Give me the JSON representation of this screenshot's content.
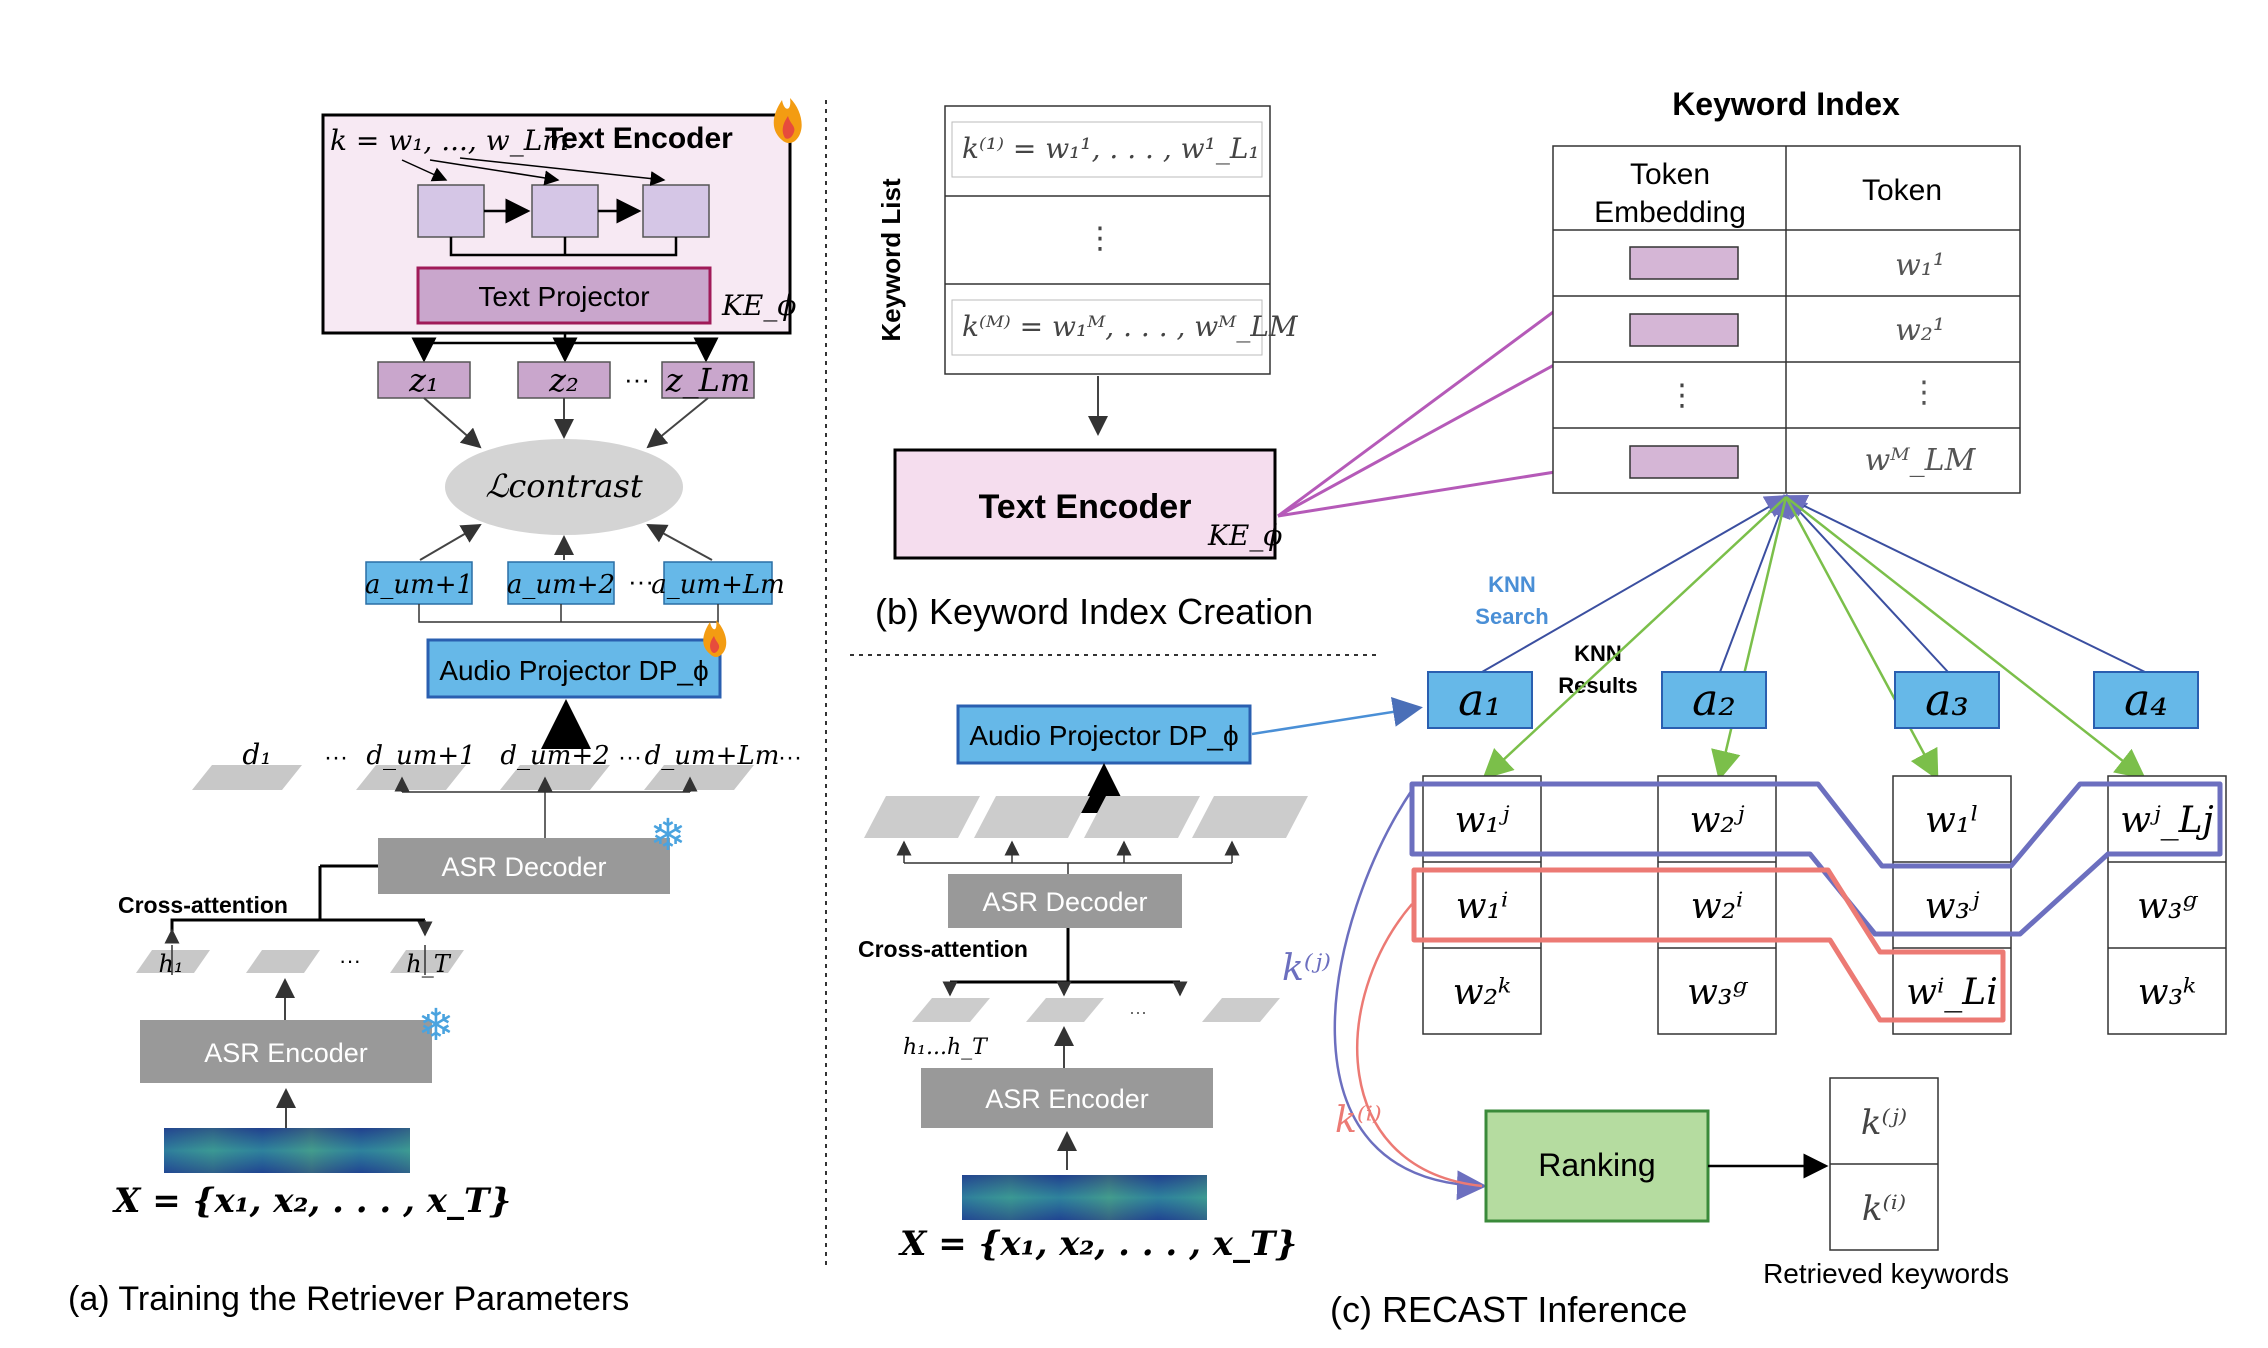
{
  "captions": {
    "a": "(a) Training the Retriever Parameters",
    "b": "(b) Keyword Index Creation",
    "c": "(c) RECAST Inference"
  },
  "panel_a": {
    "text_encoder_title": "Text Encoder",
    "keyword_formula": "k = w₁, ..., w_Lm",
    "text_projector": "Text Projector",
    "ke_phi": "KE_ϕ",
    "z_tokens": [
      "z₁",
      "z₂",
      "z_Lm"
    ],
    "ellipsis": "···",
    "contrast_loss": "ℒcontrast",
    "a_tokens": [
      "a_um+1",
      "a_um+2",
      "a_um+Lm"
    ],
    "audio_projector": "Audio Projector DP_ϕ",
    "d_tokens": [
      "d₁",
      "d_um+1",
      "d_um+2",
      "d_um+Lm"
    ],
    "asr_decoder": "ASR Decoder",
    "cross_attention": "Cross-attention",
    "h_tokens": [
      "h₁",
      "h_T"
    ],
    "asr_encoder": "ASR Encoder",
    "input_formula": "X = {x₁, x₂, . . . , x_T}"
  },
  "panel_b": {
    "keyword_list_label": "Keyword List",
    "first_entry": "k⁽¹⁾ = w₁¹, . . . , w¹_L₁",
    "middle_entry": "⋮",
    "last_entry": "k⁽ᴹ⁾ = w₁ᴹ, . . . , wᴹ_LM",
    "text_encoder": "Text Encoder",
    "ke_phi": "KE_ϕ"
  },
  "panel_b_lower": {
    "audio_projector": "Audio Projector DP_ϕ",
    "asr_decoder": "ASR Decoder",
    "cross_attention": "Cross-attention",
    "h_label": "h₁...h_T",
    "ellipsis": "···",
    "asr_encoder": "ASR Encoder",
    "input_formula": "X = {x₁, x₂, . . . , x_T}"
  },
  "keyword_index": {
    "title": "Keyword Index",
    "col_embedding_line1": "Token",
    "col_embedding_line2": "Embedding",
    "col_token": "Token",
    "tokens": [
      "w₁¹",
      "w₂¹",
      "⋮",
      "wᴹ_LM"
    ],
    "vdots": "⋮"
  },
  "panel_c": {
    "knn_search_line1": "KNN",
    "knn_search_line2": "Search",
    "knn_results_line1": "KNN",
    "knn_results_line2": "Results",
    "a_boxes": [
      "a₁",
      "a₂",
      "a₃",
      "a₄"
    ],
    "columns": [
      [
        "w₁ʲ",
        "w₁ⁱ",
        "w₂ᵏ"
      ],
      [
        "w₂ʲ",
        "w₂ⁱ",
        "w₃ᵍ"
      ],
      [
        "w₁ˡ",
        "w₃ʲ",
        "wⁱ_Li"
      ],
      [
        "wʲ_Lj",
        "w₃ᵍ",
        "w₃ᵏ"
      ]
    ],
    "kj_label": "k⁽ʲ⁾",
    "ki_label": "k⁽ⁱ⁾",
    "ranking": "Ranking",
    "retrieved": [
      "k⁽ʲ⁾",
      "k⁽ⁱ⁾"
    ],
    "retrieved_label": "Retrieved keywords"
  },
  "colors": {
    "text_encoder_bg": "#f7e9f3",
    "token_purple": "#d5b6d6",
    "proj_purple": "#c9a6cc",
    "audio_blue": "#66b8e8",
    "asr_gray": "#999999",
    "blue_path": "#6c6fbf",
    "red_path": "#ec7a74",
    "green_arrow": "#7bbf4a",
    "magenta_arrow": "#b55ab8",
    "ranking_green": "#b5dca0"
  }
}
